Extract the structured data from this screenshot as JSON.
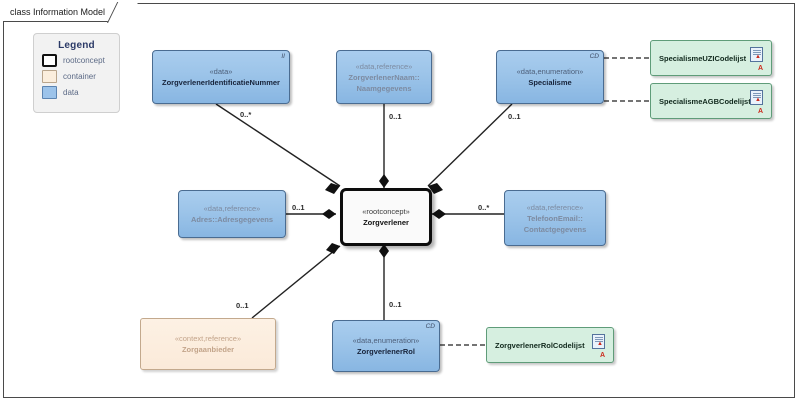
{
  "frame": {
    "label": "class Information Model"
  },
  "legend": {
    "title": "Legend",
    "items": [
      {
        "label": "rootconcept",
        "color": "#ffffff"
      },
      {
        "label": "container",
        "color": "#fbeedd"
      },
      {
        "label": "data",
        "color": "#9cc3ea"
      }
    ]
  },
  "nodes": {
    "identificatienummer": {
      "stereotype": "«data»",
      "name": "ZorgverlenerIdentificatieNummer",
      "tag": "II"
    },
    "naamgegevens": {
      "stereotype": "«data,reference»",
      "name": "ZorgverlenerNaam::",
      "name2": "Naamgegevens"
    },
    "specialisme": {
      "stereotype": "«data,enumeration»",
      "name": "Specialisme",
      "tag": "CD"
    },
    "adresgegevens": {
      "stereotype": "«data,reference»",
      "name": "Adres::Adresgegevens"
    },
    "zorgverlener": {
      "stereotype": "«rootconcept»",
      "name": "Zorgverlener"
    },
    "contactgegevens": {
      "stereotype": "«data,reference»",
      "name": "TelefoonEmail::",
      "name2": "Contactgegevens"
    },
    "zorgaanbieder": {
      "stereotype": "«context,reference»",
      "name": "Zorgaanbieder"
    },
    "zorgverlenerrol": {
      "stereotype": "«data,enumeration»",
      "name": "ZorgverlenerRol",
      "tag": "CD"
    },
    "specialisme_uzi_codelijst": {
      "name": "SpecialismeUZICodelijst",
      "mark": "A"
    },
    "specialisme_agb_codelijst": {
      "name": "SpecialismeAGBCodelijst",
      "mark": "A"
    },
    "zorgverlenerrol_codelijst": {
      "name": "ZorgverlenerRolCodelijst",
      "mark": "A"
    }
  },
  "multiplicities": {
    "identificatienummer": "0..*",
    "naamgegevens": "0..1",
    "specialisme": "0..1",
    "adresgegevens": "0..1",
    "contactgegevens": "0..*",
    "zorgaanbieder": "0..1",
    "zorgverlenerrol": "0..1"
  },
  "colors": {
    "data_fill": "#9cc3ea",
    "container_fill": "#fbeedd",
    "codelist_fill": "#d6efe0",
    "rootconcept_fill": "#ffffff",
    "line": "#222222"
  }
}
